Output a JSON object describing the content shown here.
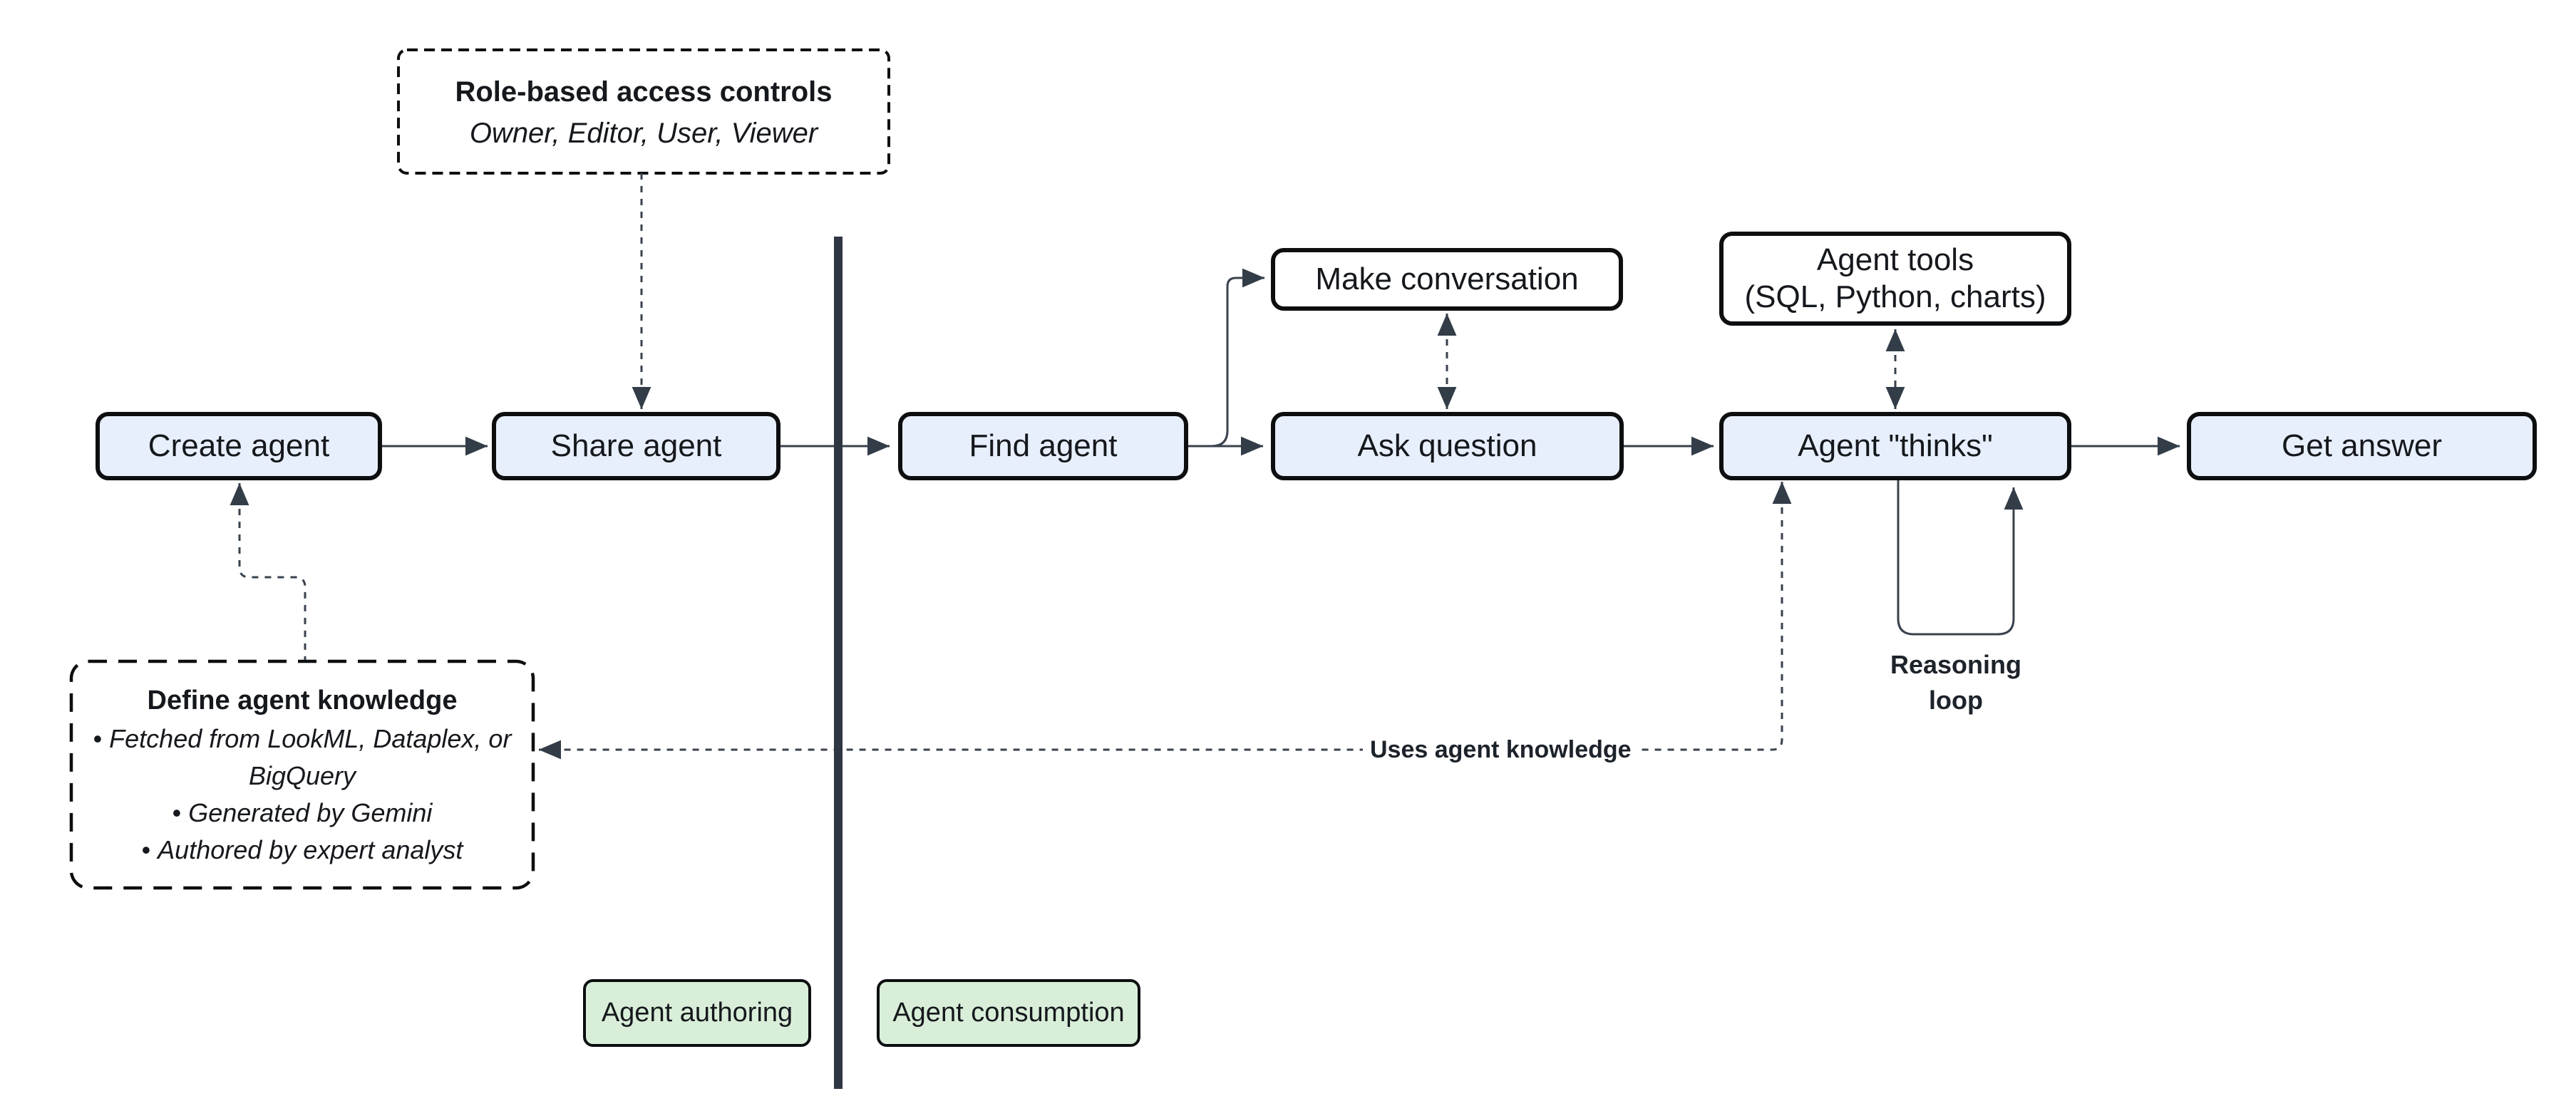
{
  "diagram": {
    "type": "flowchart",
    "nodes": {
      "create_agent": "Create agent",
      "share_agent": "Share agent",
      "find_agent": "Find agent",
      "make_conversation": "Make conversation",
      "ask_question": "Ask question",
      "agent_tools_line1": "Agent tools",
      "agent_tools_line2": "(SQL, Python, charts)",
      "agent_thinks": "Agent \"thinks\"",
      "get_answer": "Get answer"
    },
    "notes": {
      "access": {
        "title": "Role-based access controls",
        "subtitle": "Owner, Editor, User, Viewer"
      },
      "knowledge": {
        "title": "Define agent knowledge",
        "bullets": [
          "Fetched from LookML, Dataplex, or BigQuery",
          "Generated by Gemini",
          "Authored by expert analyst"
        ]
      }
    },
    "edge_labels": {
      "uses_agent_knowledge": "Uses agent knowledge",
      "reasoning_loop": "Reasoning loop"
    },
    "zones": {
      "authoring": "Agent authoring",
      "consumption": "Agent consumption"
    },
    "colors": {
      "node_fill": "#e8effc",
      "tool_fill": "#ffffff",
      "zone_fill": "#d9eed9",
      "box_border": "#0c0e10",
      "connector": "#38424d",
      "divider": "#2e3641",
      "background": "#ffffff"
    }
  }
}
